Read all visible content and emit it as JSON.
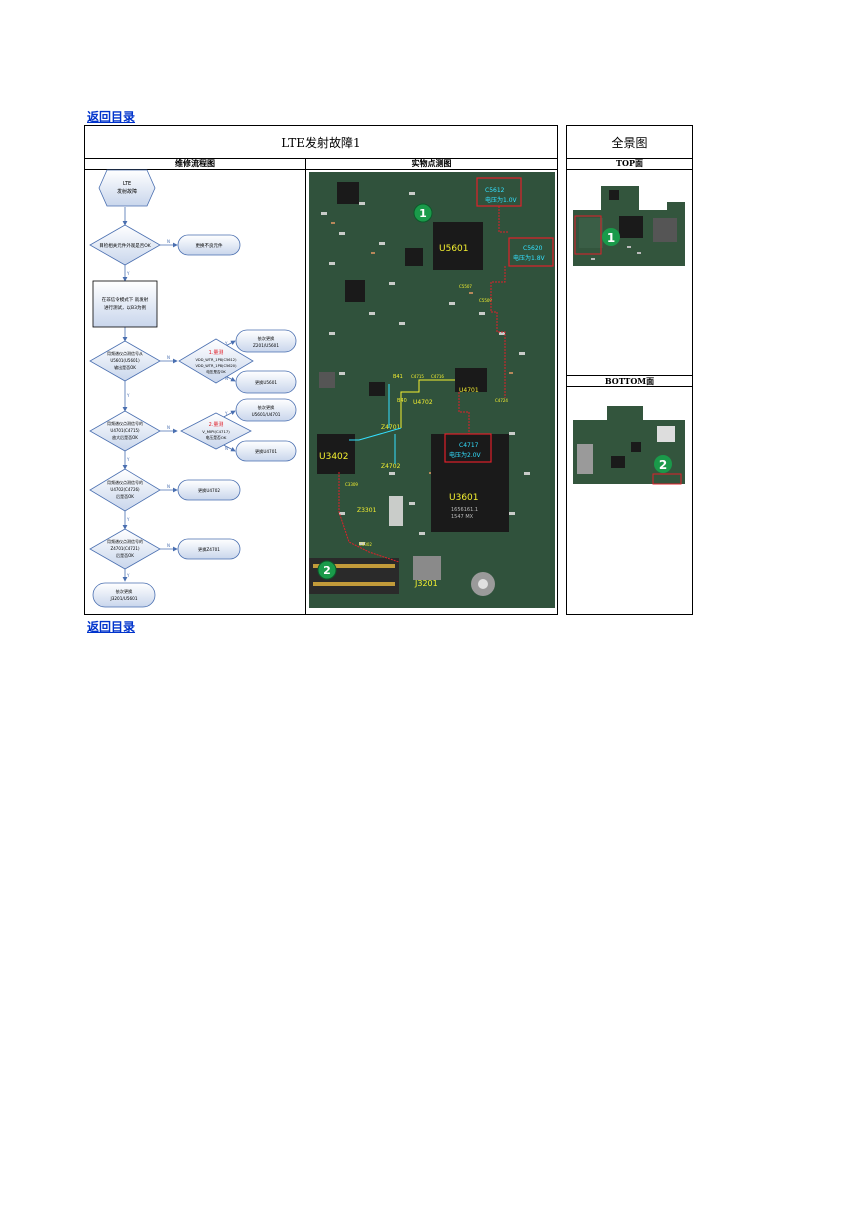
{
  "nav": {
    "back_top": "返回目录",
    "back_bottom": "返回目录"
  },
  "main_table": {
    "title": "LTE发射故障1",
    "col_flow": "维修流程图",
    "col_photo": "实物点测图"
  },
  "overview": {
    "title": "全景图",
    "top_label": "TOP面",
    "bottom_label": "BOTTOM面"
  },
  "flowchart": {
    "start": [
      "LTE",
      "发射故障"
    ],
    "step1_q": "目检相关元件外观是否OK",
    "step1_fix": "更换不良元件",
    "step2": [
      "在非信令模式下 就发射",
      "进行测试，以B3为例"
    ],
    "step3_q": [
      "用频谱仪点测信号从",
      "U5601(U5601)",
      "输出是否OK"
    ],
    "step3_check": [
      "1.量测",
      "VDD_WTR_1P8(C5612)",
      "VDD_WTR_1P8(C5620)",
      "电压是否OK"
    ],
    "step3_fix_a": [
      "依次更换",
      "Z201/U5601"
    ],
    "step3_fix_b": "更换U5601",
    "step4_q": [
      "用频谱仪点测信号的",
      "U4701(C4715)",
      "放大后是否OK"
    ],
    "step4_check": [
      "2.量测",
      "V_MIPI(C4717)",
      "电压是否OK"
    ],
    "step4_fix_a": [
      "依次更换",
      "U5601/U4701"
    ],
    "step4_fix_b": "更换U4701",
    "step5_q": [
      "用频谱仪点测信号的",
      "U4702(C4726)",
      "后是否OK"
    ],
    "step5_fix": "更换U4702",
    "step6_q": [
      "用频谱仪点测信号的",
      "Z4701(C4721)",
      "后是否OK"
    ],
    "step6_fix": "更换Z4701",
    "end": [
      "依次更换",
      "J3201/U5601"
    ],
    "yes": "Y",
    "no": "N"
  },
  "photo_labels": {
    "u5601": "U5601",
    "u3601": "U3601",
    "u3402": "U3402",
    "u4701": "U4701",
    "u4702": "U4702",
    "z4701": "Z4701",
    "z4702": "Z4702",
    "z3301": "Z3301",
    "j3201": "J3201",
    "c5612": "C5612",
    "c5612_note": "电压为1.0V",
    "c5620": "C5620",
    "c5620_note": "电压为1.8V",
    "c4717": "C4717",
    "c4717_note": "电压为2.0V",
    "b41": "B41",
    "b40": "B40",
    "c4715": "C4715",
    "c4716": "C4716",
    "c4724": "C4724",
    "c5507": "C5507",
    "c5509": "C5509",
    "c3309": "C3309",
    "c3302": "C3302",
    "chip_mark": [
      "1656161.1",
      "1547 MX"
    ],
    "marker1": "1",
    "marker2": "2"
  },
  "colors": {
    "pcb": "#2b4a36",
    "chip": "#1a1a1a",
    "marker": "#1a9a4a",
    "red": "#e0202a",
    "cyan": "#33e0ff",
    "yellow": "#f4f030",
    "link": "#0033cc"
  }
}
